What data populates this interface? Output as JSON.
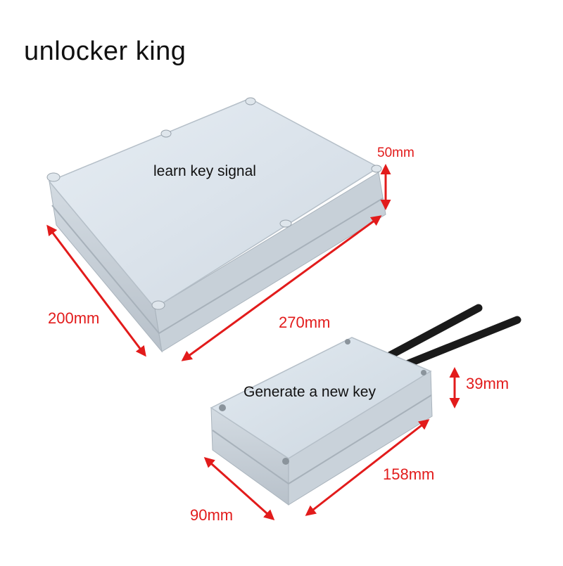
{
  "title": "unlocker king",
  "device_large": {
    "label": "learn key signal",
    "dimensions": {
      "height": "50mm",
      "width": "200mm",
      "length": "270mm"
    }
  },
  "device_small": {
    "label": "Generate a new key",
    "dimensions": {
      "height": "39mm",
      "width": "90mm",
      "length": "158mm"
    }
  },
  "colors": {
    "dimension_arrow": "#e21b1b",
    "enclosure_top": "#d6e0ea",
    "enclosure_side": "#c3ccd5",
    "antenna": "#1a1a1a",
    "text": "#111111"
  }
}
